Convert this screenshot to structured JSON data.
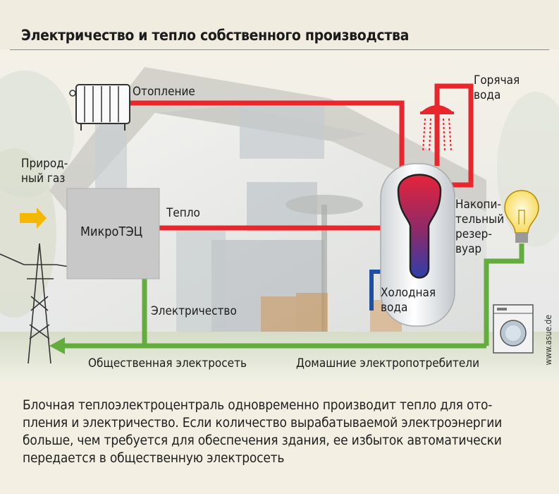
{
  "title": "Электричество и тепло собственного производства",
  "labels": {
    "heating": "Отопление",
    "hot_water": [
      "Горячая",
      "вода"
    ],
    "natural_gas": [
      "Природ-",
      "ный газ"
    ],
    "chp": "МикроТЭЦ",
    "heat": "Тепло",
    "storage_tank": [
      "Накопи-",
      "тельный",
      "резер-",
      "вуар"
    ],
    "cold_water": [
      "Холодная",
      "вода"
    ],
    "electricity": "Электричество",
    "public_grid": "Общественная электросеть",
    "home_consumers": "Домашние электропотребители"
  },
  "credit": "www.asue.de",
  "caption": [
    "Блочная теплоэлектроцентраль одновременно производит тепло для ото-",
    "пления и электричество. Если количество вырабатываемой электроэнергии",
    "больше, чем требуется для обеспечения здания, ее избыток автоматически",
    "передается в общественную электросеть"
  ],
  "colors": {
    "heat_line": "#e8262b",
    "power_line": "#63ad3e",
    "cold_line": "#1f4fa3",
    "gas_arrow": "#f5b800",
    "chp_box": "#c8c8c8"
  },
  "icons": [
    "radiator-icon",
    "shower-icon",
    "lightbulb-icon",
    "washing-machine-icon",
    "power-pylon-icon",
    "storage-tank-icon",
    "gas-arrow-icon"
  ]
}
